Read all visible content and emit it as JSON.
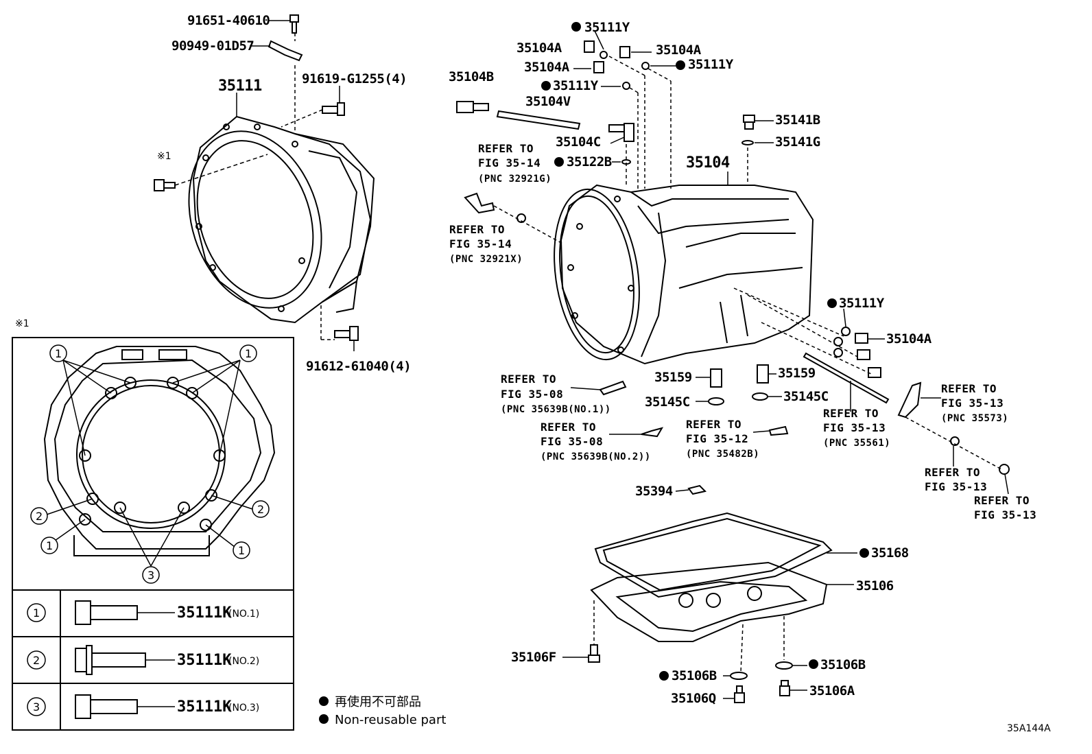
{
  "figure_code": "35A144A",
  "note_mark": "※1",
  "legend": {
    "line_ja": "再使用不可部品",
    "line_en": "Non-reusable part"
  },
  "labels": {
    "p91651": "91651-40610",
    "p90949": "90949-01D57",
    "p91619": "91619-G1255(4)",
    "p35111": "35111",
    "p91612": "91612-61040(4)",
    "p35104B": "35104B",
    "p35104V": "35104V",
    "p35104C": "35104C",
    "p35122B": "35122B",
    "p35104A_1": "35104A",
    "p35104A_2": "35104A",
    "p35104A_3": "35104A",
    "p35104A_4": "35104A",
    "p35111Y_1": "35111Y",
    "p35111Y_2": "35111Y",
    "p35111Y_3": "35111Y",
    "p35111Y_4": "35111Y",
    "p35141B": "35141B",
    "p35141G": "35141G",
    "p35104": "35104",
    "p35159_1": "35159",
    "p35159_2": "35159",
    "p35145C_1": "35145C",
    "p35145C_2": "35145C",
    "p35394": "35394",
    "p35168": "35168",
    "p35106": "35106",
    "p35106F": "35106F",
    "p35106B_1": "35106B",
    "p35106B_2": "35106B",
    "p35106Q": "35106Q",
    "p35106A": "35106A"
  },
  "refs": {
    "r1": {
      "l1": "REFER TO",
      "l2": "FIG 35-14",
      "l3": "(PNC 32921G)"
    },
    "r2": {
      "l1": "REFER TO",
      "l2": "FIG 35-14",
      "l3": "(PNC 32921X)"
    },
    "r3": {
      "l1": "REFER TO",
      "l2": "FIG 35-08",
      "l3": "(PNC 35639B(NO.1))"
    },
    "r4": {
      "l1": "REFER TO",
      "l2": "FIG 35-08",
      "l3": "(PNC 35639B(NO.2))"
    },
    "r5": {
      "l1": "REFER TO",
      "l2": "FIG 35-12",
      "l3": "(PNC 35482B)"
    },
    "r6": {
      "l1": "REFER TO",
      "l2": "FIG 35-13",
      "l3": "(PNC 35561)"
    },
    "r7": {
      "l1": "REFER TO",
      "l2": "FIG 35-13",
      "l3": "(PNC 35573)"
    },
    "r8": {
      "l1": "REFER TO",
      "l2": "FIG 35-13"
    },
    "r9": {
      "l1": "REFER TO",
      "l2": "FIG 35-13"
    }
  },
  "bolt_table": [
    {
      "circle": "1",
      "part": "35111K",
      "no": "(NO.1)"
    },
    {
      "circle": "2",
      "part": "35111K",
      "no": "(NO.2)"
    },
    {
      "circle": "3",
      "part": "35111K",
      "no": "(NO.3)"
    }
  ],
  "inset_callouts": [
    "1",
    "1",
    "2",
    "2",
    "1",
    "1",
    "3"
  ]
}
